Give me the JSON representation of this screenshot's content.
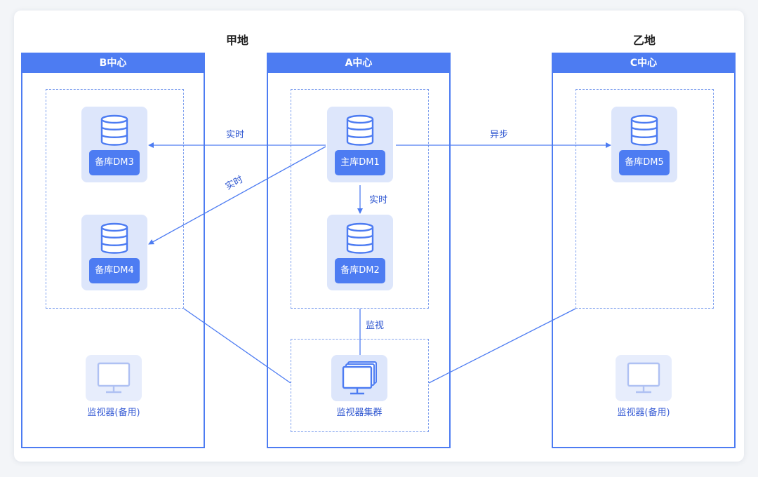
{
  "regions": {
    "left": "甲地",
    "right": "乙地"
  },
  "centers": {
    "b": "B中心",
    "a": "A中心",
    "c": "C中心"
  },
  "nodes": {
    "dm1": "主库DM1",
    "dm2": "备库DM2",
    "dm3": "备库DM3",
    "dm4": "备库DM4",
    "dm5": "备库DM5"
  },
  "monitors": {
    "b": "监视器(备用)",
    "a": "监视器集群",
    "c": "监视器(备用)"
  },
  "edges": {
    "dm1_dm3": "实时",
    "dm1_dm4": "实时",
    "dm1_dm2": "实时",
    "dm1_dm5": "异步",
    "monitor": "监视"
  },
  "colors": {
    "accent": "#4d7cf2",
    "node_bg": "#dde6fb",
    "text_blue": "#2e56d0"
  },
  "icons": {
    "database": "database-icon",
    "monitor": "monitor-icon"
  }
}
